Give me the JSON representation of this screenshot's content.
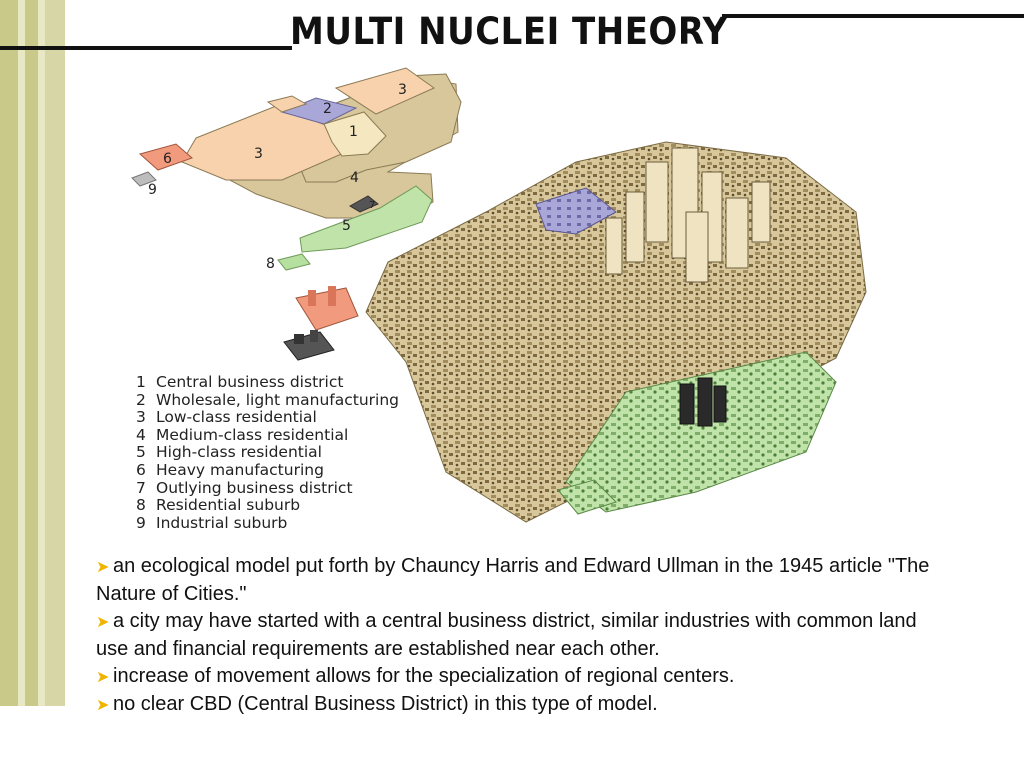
{
  "slide": {
    "title": "MULTI NUCLEI THEORY",
    "accent_color": "#f0b400",
    "stripe_colors": [
      "#c9c98a",
      "#e8e8c4"
    ]
  },
  "figure": {
    "map_labels": [
      "1",
      "2",
      "3",
      "3",
      "4",
      "5",
      "6",
      "7",
      "8",
      "9"
    ],
    "legend": [
      {
        "num": "1",
        "label": "Central business district"
      },
      {
        "num": "2",
        "label": "Wholesale, light manufacturing"
      },
      {
        "num": "3",
        "label": "Low-class residential"
      },
      {
        "num": "4",
        "label": "Medium-class residential"
      },
      {
        "num": "5",
        "label": "High-class residential"
      },
      {
        "num": "6",
        "label": "Heavy manufacturing"
      },
      {
        "num": "7",
        "label": "Outlying business district"
      },
      {
        "num": "8",
        "label": "Residential suburb"
      },
      {
        "num": "9",
        "label": "Industrial suburb"
      }
    ],
    "zone_colors": {
      "cbd": "#f5e7bf",
      "wholesale": "#a9a6d8",
      "low_class": "#f7d2ad",
      "medium_class": "#d8c79a",
      "high_class": "#bfe3a8",
      "heavy_mfg": "#f29a7d",
      "suburb": "#b6e0a0",
      "industrial_suburb": "#bdbdbd"
    }
  },
  "bullets": [
    {
      "line1": "an ecological model put forth by Chauncy Harris and Edward Ullman in the 1945 article \"The",
      "line2": "Nature of Cities.\""
    },
    {
      "line1": "a city may have started with a central business district, similar industries with common land",
      "line2": "use and financial requirements are established near each other."
    },
    {
      "line1": "increase of movement allows for the specialization of regional centers.",
      "line2": ""
    },
    {
      "line1": "no clear CBD (Central Business District) in this type of model.",
      "line2": ""
    }
  ]
}
